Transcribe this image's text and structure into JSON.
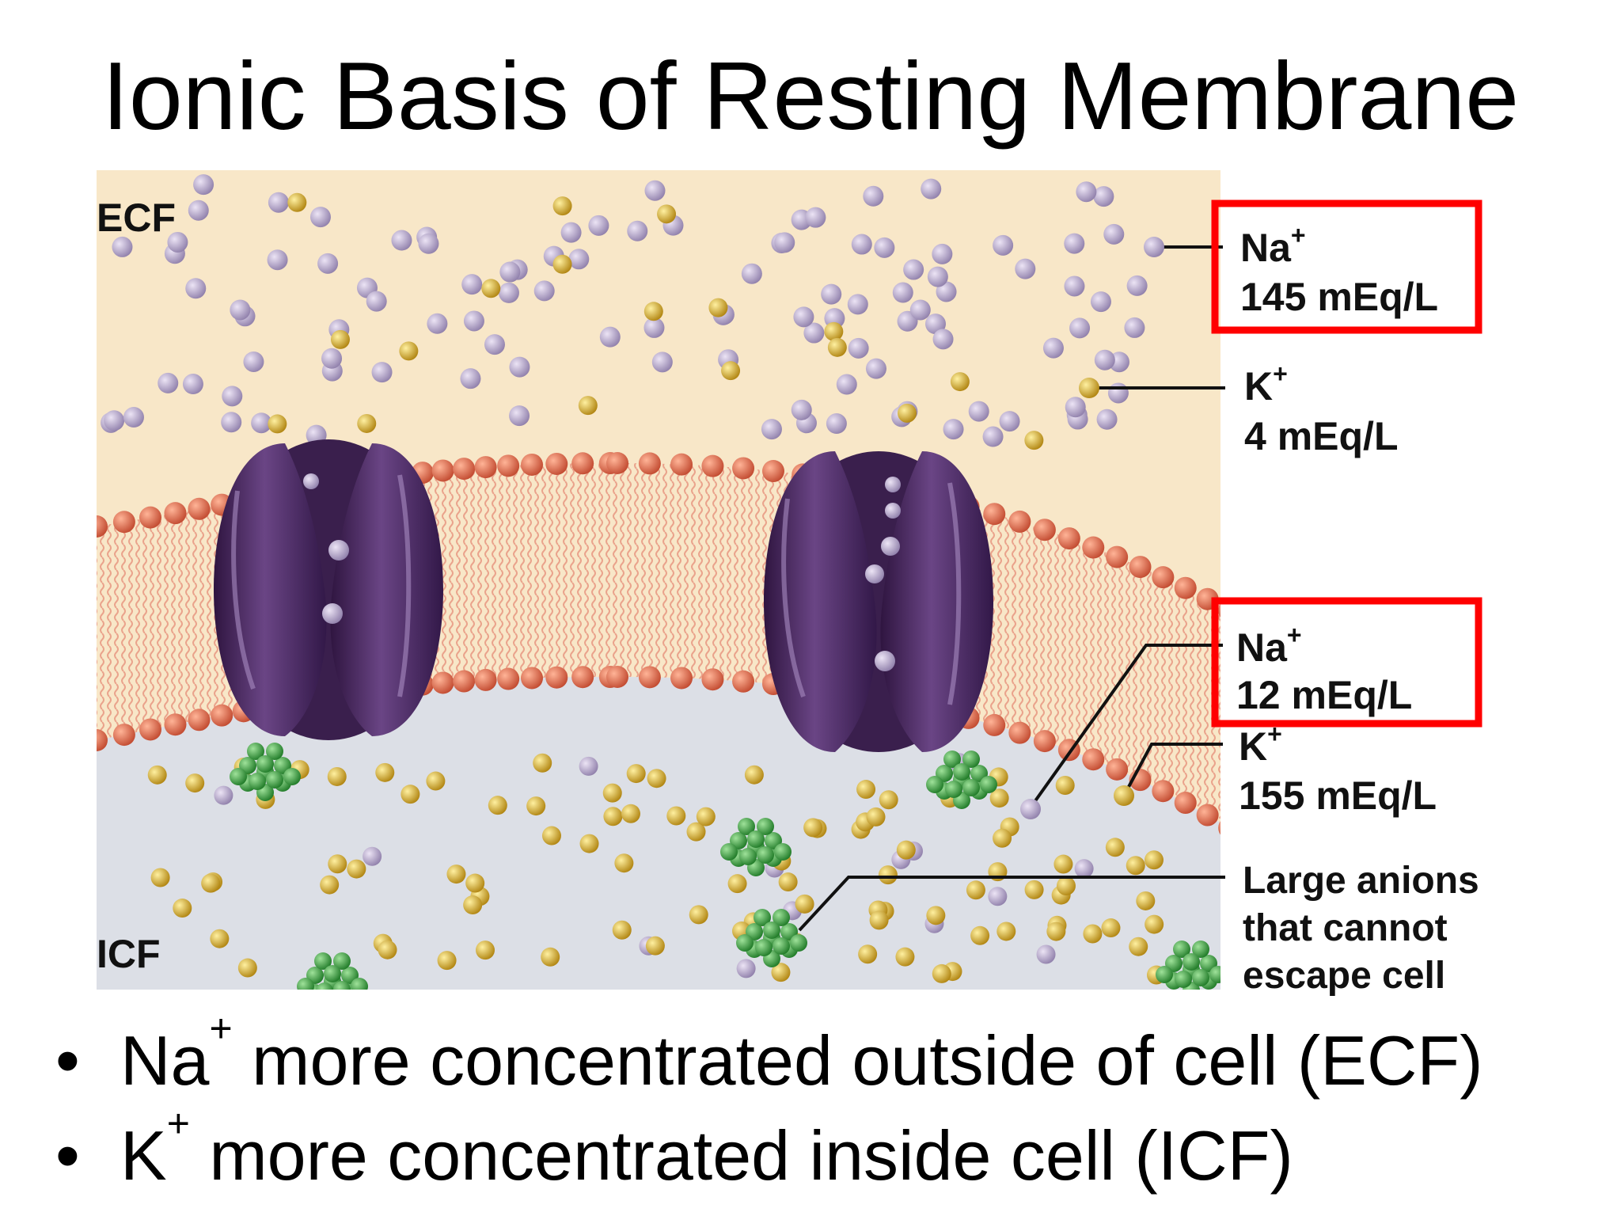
{
  "title": "Ionic Basis of Resting Membrane",
  "zones": {
    "outside": "ECF",
    "inside": "ICF"
  },
  "ions": {
    "ecf_na": {
      "symbol": "Na",
      "charge": "+",
      "value": "145 mEq/L"
    },
    "ecf_k": {
      "symbol": "K",
      "charge": "+",
      "value": "4 mEq/L"
    },
    "icf_na": {
      "symbol": "Na",
      "charge": "+",
      "value": "12 mEq/L"
    },
    "icf_k": {
      "symbol": "K",
      "charge": "+",
      "value": "155 mEq/L"
    }
  },
  "anions": {
    "line1": "Large anions",
    "line2": "that cannot",
    "line3": "escape cell"
  },
  "bullets": [
    {
      "ion": "Na",
      "charge": "+",
      "text": " more concentrated outside of cell (ECF)"
    },
    {
      "ion": "K",
      "charge": "+",
      "text": " more concentrated inside cell (ICF)"
    }
  ],
  "colors": {
    "ecf_bg": "#f8e7c8",
    "icf_bg": "#dcdfe6",
    "lipid_head": "#e06a4e",
    "channel": "#4d2a63",
    "na_ion": "#b6a6cc",
    "k_ion": "#d8aa1e",
    "anion": "#3c9e3e",
    "highlight_box": "#ff0000"
  },
  "icons": {
    "bullet": "•"
  }
}
